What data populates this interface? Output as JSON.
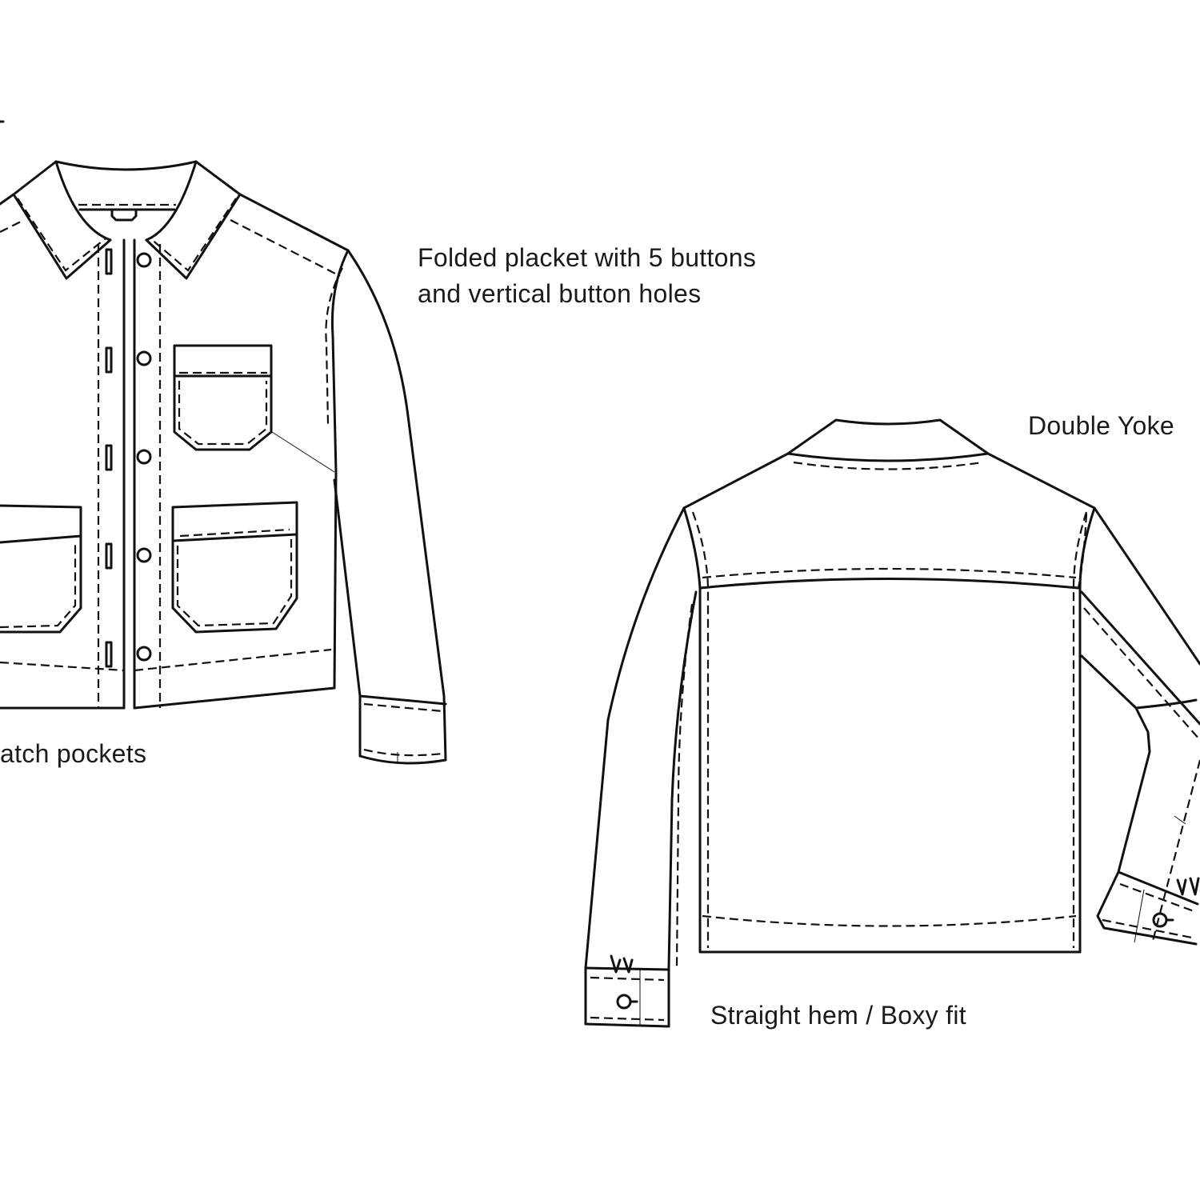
{
  "labels": {
    "placket_line1": "Folded placket with 5 buttons",
    "placket_line2": "and vertical button holes",
    "yoke": "Double Yoke",
    "pockets": "atch pockets",
    "hem": "Straight hem / Boxy fit"
  },
  "colors": {
    "line": "#111111",
    "background": "#ffffff"
  }
}
